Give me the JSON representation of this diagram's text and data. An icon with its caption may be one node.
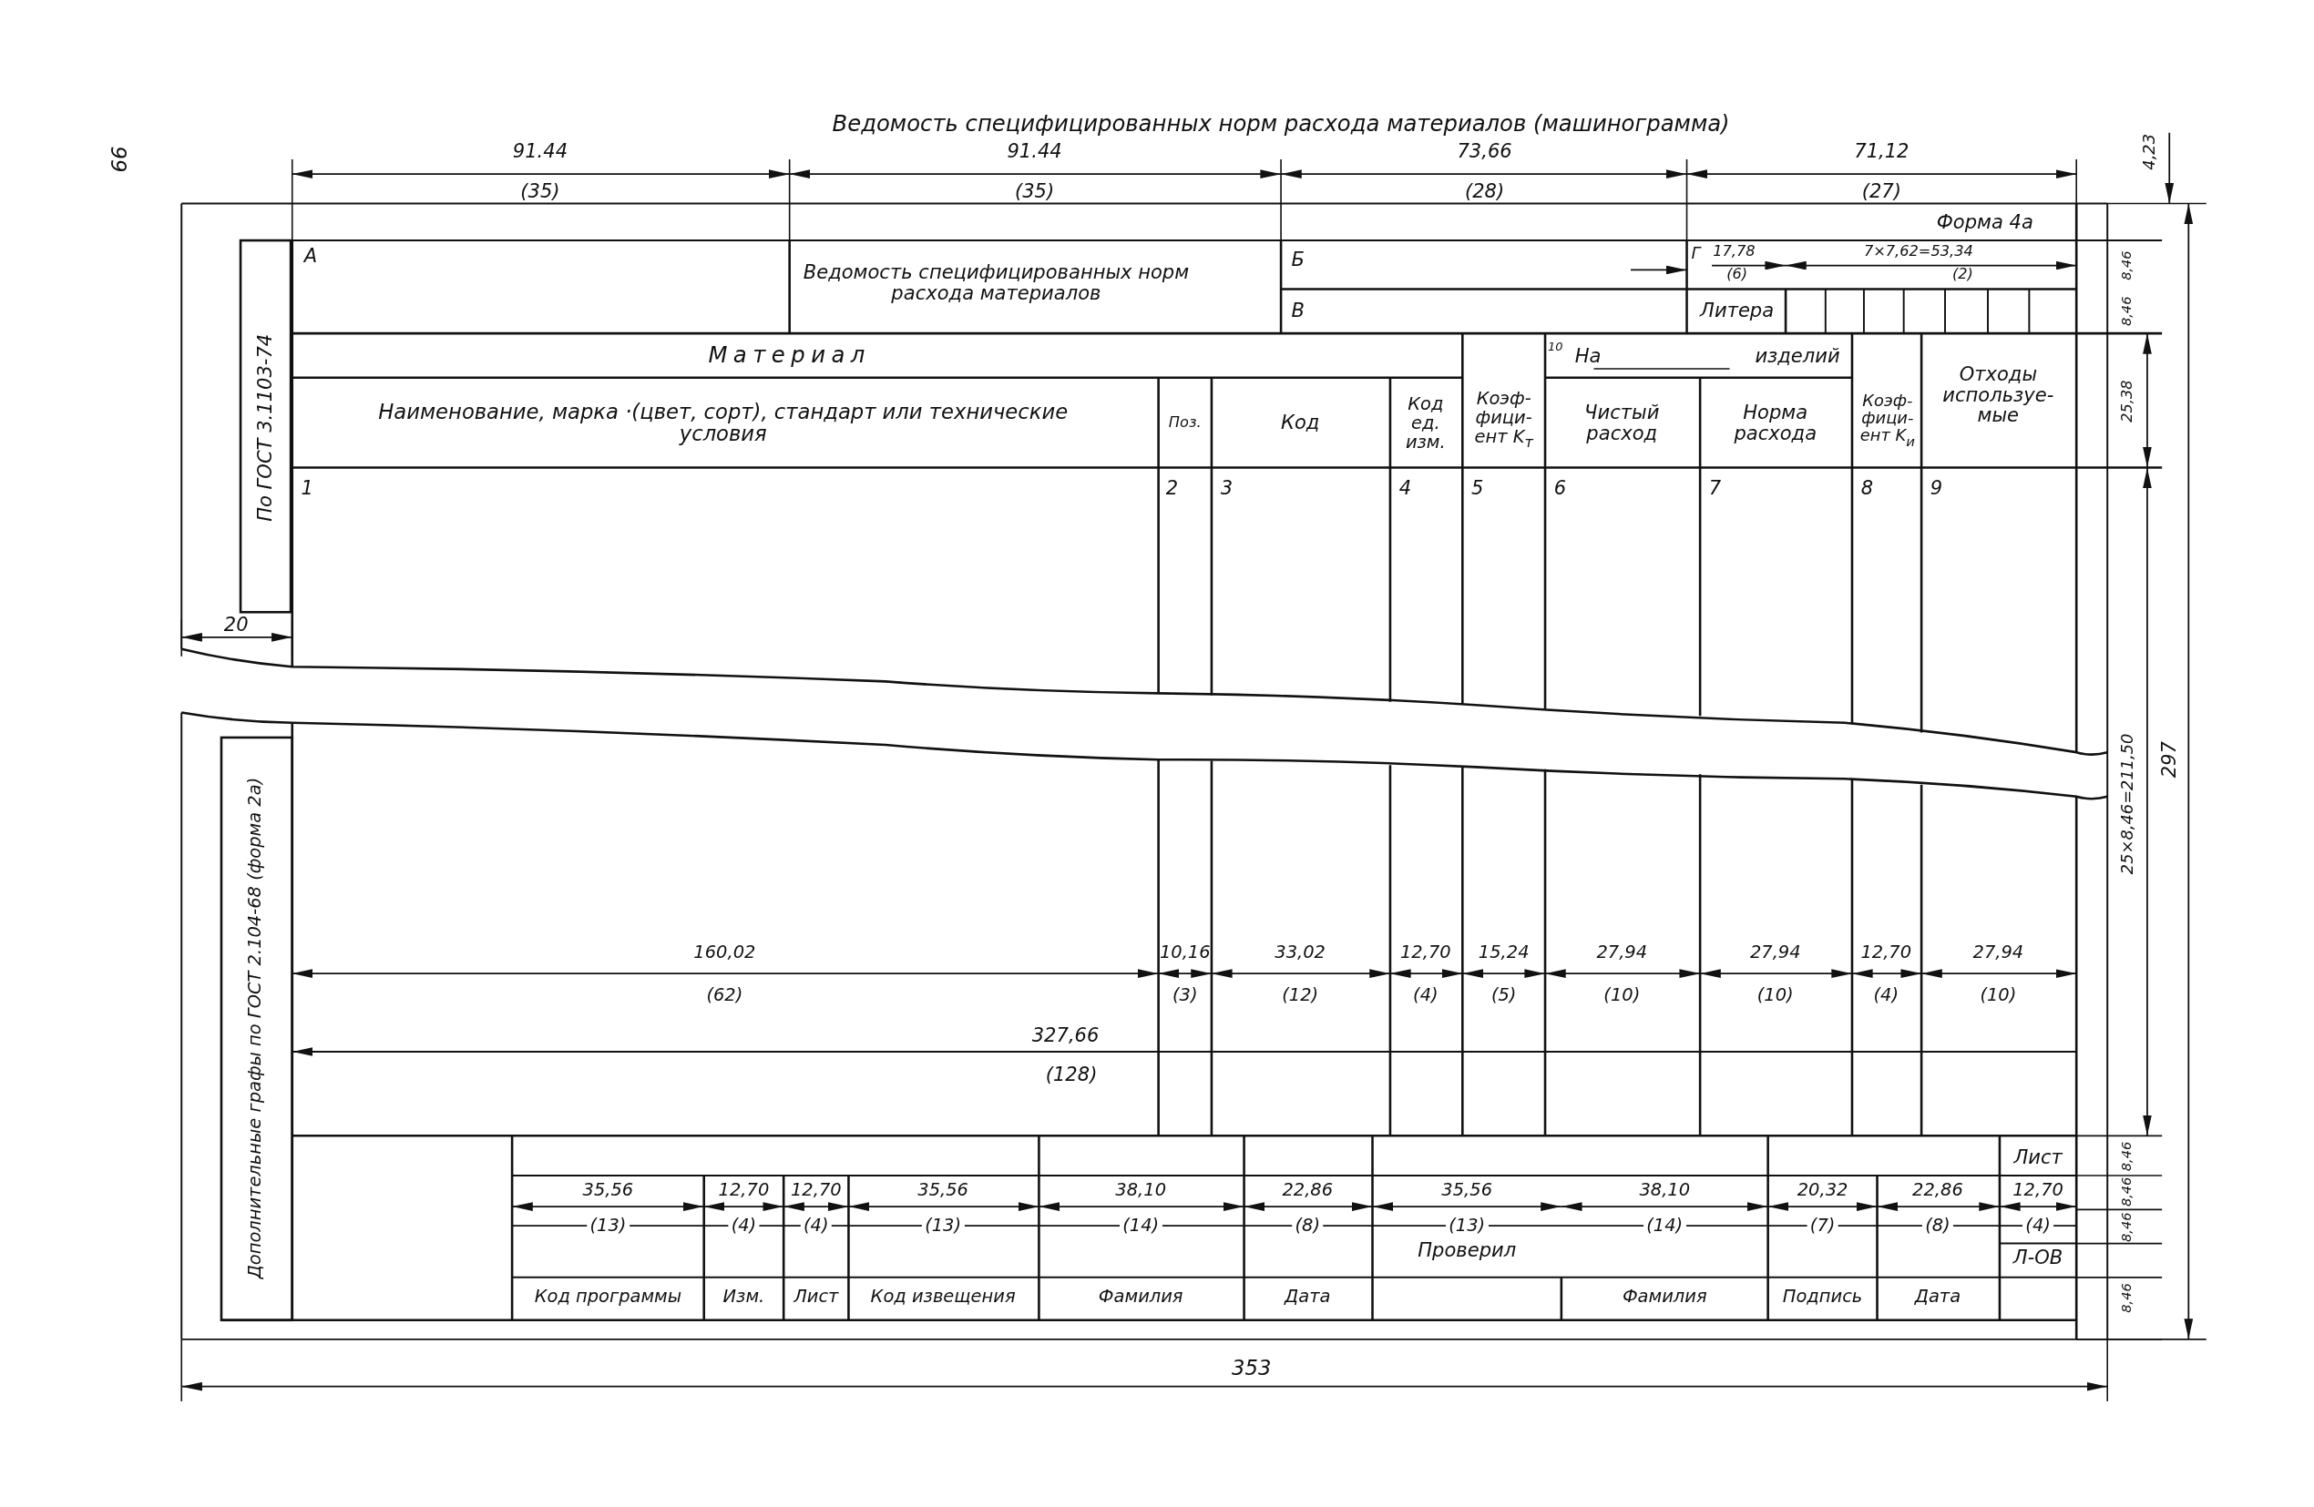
{
  "diagram": {
    "title": "Ведомость специфицированных норм расхода материалов (машинограмма)",
    "labels": [
      "99",
      "91.44",
      "91.44",
      "73,66",
      "71,12",
      "4,23",
      "(35)",
      "(35)",
      "(28)",
      "(27)",
      "Форма 4а",
      "А",
      "Ведомость специфицированных норм расхода материалов",
      "Б",
      "Г",
      "17,78",
      "7×7,62=53,34",
      "8,46",
      "(6)",
      "(2)",
      "В",
      "Литера",
      "8,46",
      "Материал",
      "10",
      "На",
      "изделий",
      "Коэф- фици- ент K$_{т}$",
      "Коэф- фици- ент K$_{и}$",
      "Отходы используе- мые",
      "25,38",
      "Наименование, марка ·(цвет, сорт), стандарт или технические условия",
      "Поз.",
      "Код",
      "Код ед. изм.",
      "Чистый расход",
      "Норма расхода",
      "1",
      "2",
      "3",
      "4",
      "5",
      "6",
      "7",
      "8",
      "9",
      "20",
      "По ГОСТ 3.1103-74",
      "297",
      "25×8,46=211,50",
      "Дополнительные графы по ГОСТ 2.104-68 (форма 2а)",
      "160,02",
      "10,16",
      "33,02",
      "12,70",
      "15,24",
      "27,94",
      "27,94",
      "12,70",
      "27,94",
      "(62)",
      "(3)",
      "(12)",
      "(4)",
      "(5)",
      "(10)",
      "(10)",
      "(4)",
      "(10)",
      "327,66",
      "(128)",
      "Лист",
      "8,46",
      "35,56",
      "12,70",
      "12,70",
      "35,56",
      "38,10",
      "22,86",
      "35,56",
      "38,10",
      "20,32",
      "22,86",
      "12,70",
      "8,46",
      "(13)",
      "(4)",
      "(4)",
      "(13)",
      "(14)",
      "(8)",
      "(13)",
      "(14)",
      "(7)",
      "(8)",
      "(4)",
      "8,46",
      "Проверил",
      "Л-ОВ",
      "Код программы",
      "Изм.",
      "Лист",
      "Код извещения",
      "Фамилия",
      "Дата",
      "Фамилия",
      "Подпись",
      "Дата",
      "8,46",
      "353"
    ]
  }
}
